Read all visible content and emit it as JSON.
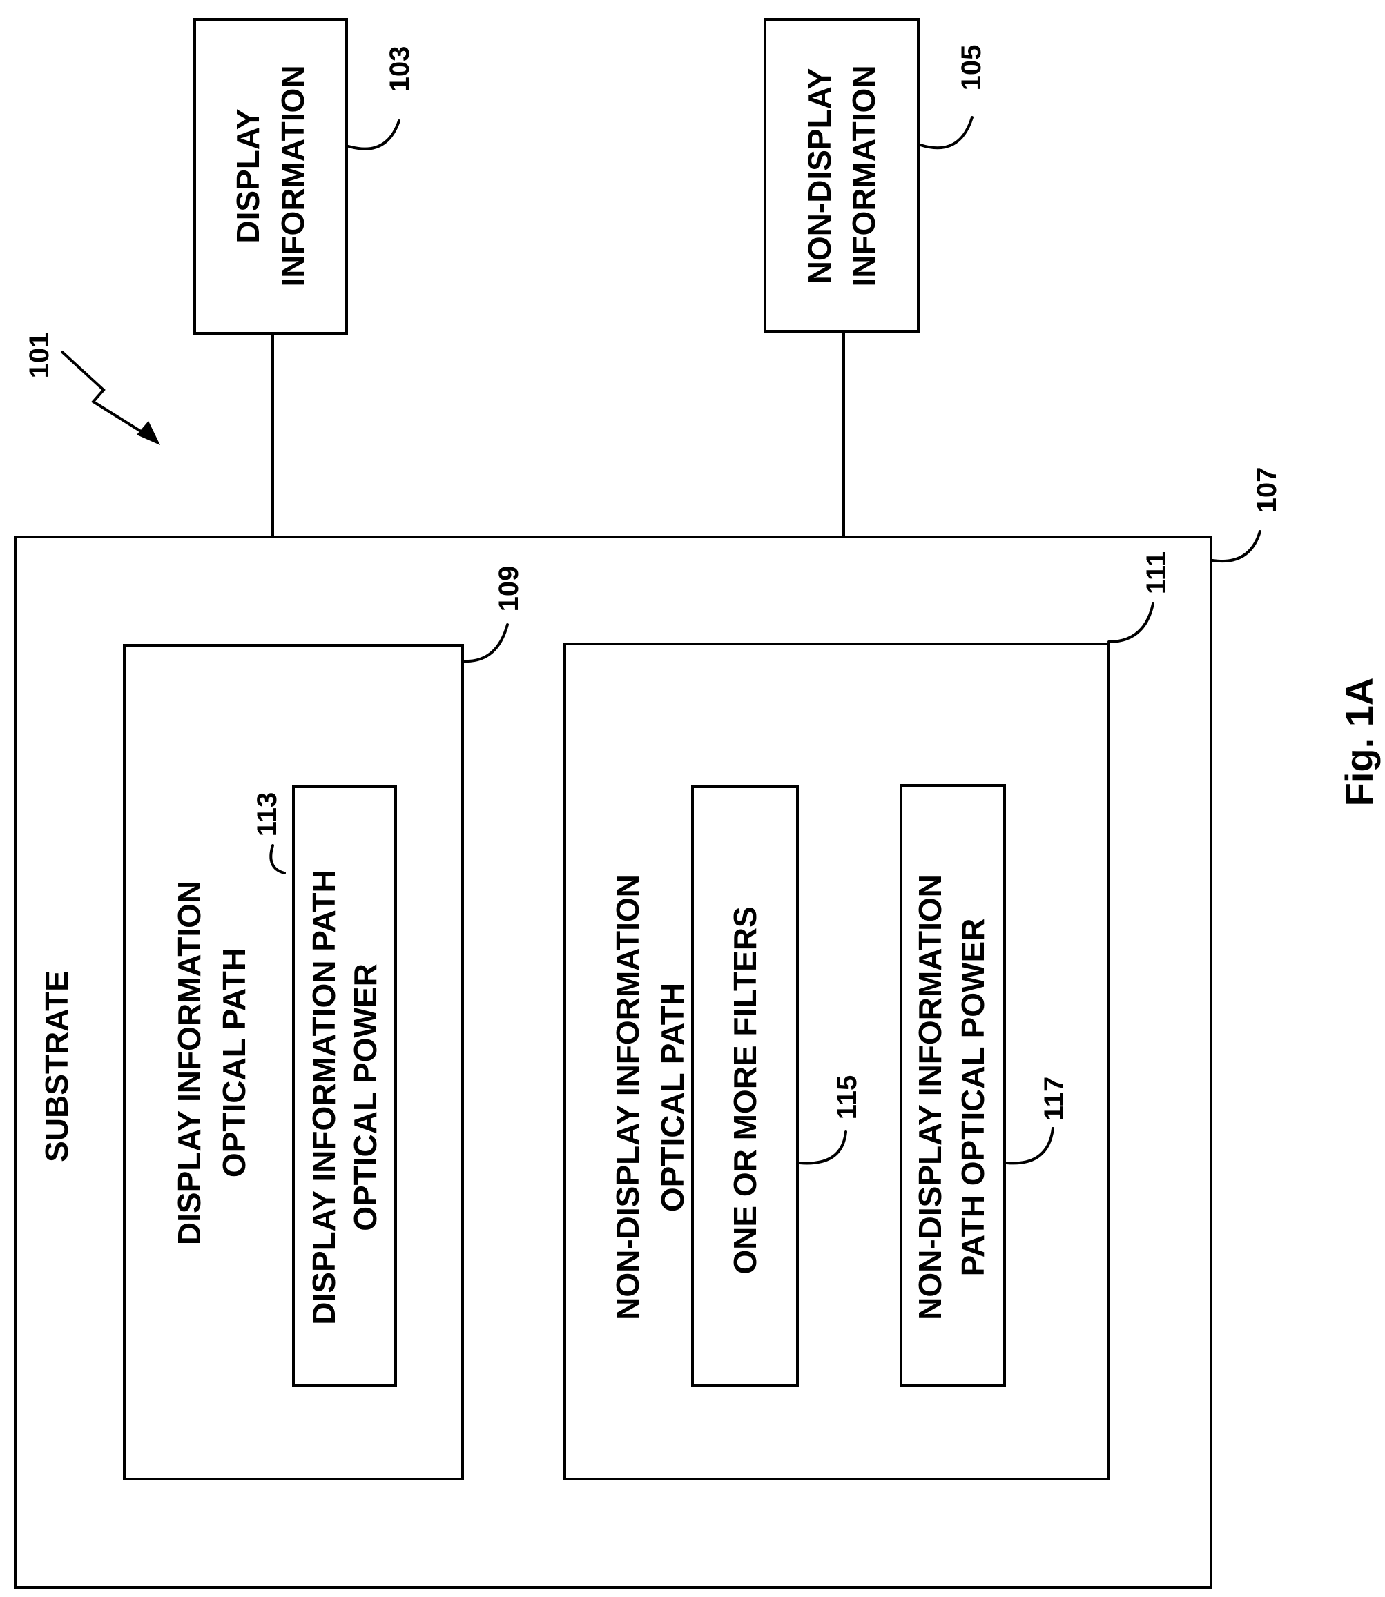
{
  "figure_label": "Fig. 1A",
  "refs": {
    "system": "101",
    "display_info": "103",
    "non_display_info": "105",
    "substrate": "107",
    "display_path": "109",
    "non_display_path": "111",
    "display_power": "113",
    "filters": "115",
    "non_display_power": "117"
  },
  "labels": {
    "display_info_1": "DISPLAY",
    "display_info_2": "INFORMATION",
    "non_display_info_1": "NON-DISPLAY",
    "non_display_info_2": "INFORMATION",
    "substrate": "SUBSTRATE",
    "display_path_1": "DISPLAY INFORMATION",
    "display_path_2": "OPTICAL PATH",
    "display_power_1": "DISPLAY INFORMATION PATH",
    "display_power_2": "OPTICAL POWER",
    "non_display_path_1": "NON-DISPLAY INFORMATION",
    "non_display_path_2": "OPTICAL PATH",
    "filters": "ONE OR MORE FILTERS",
    "non_display_power_1": "NON-DISPLAY INFORMATION",
    "non_display_power_2": "PATH OPTICAL POWER"
  }
}
